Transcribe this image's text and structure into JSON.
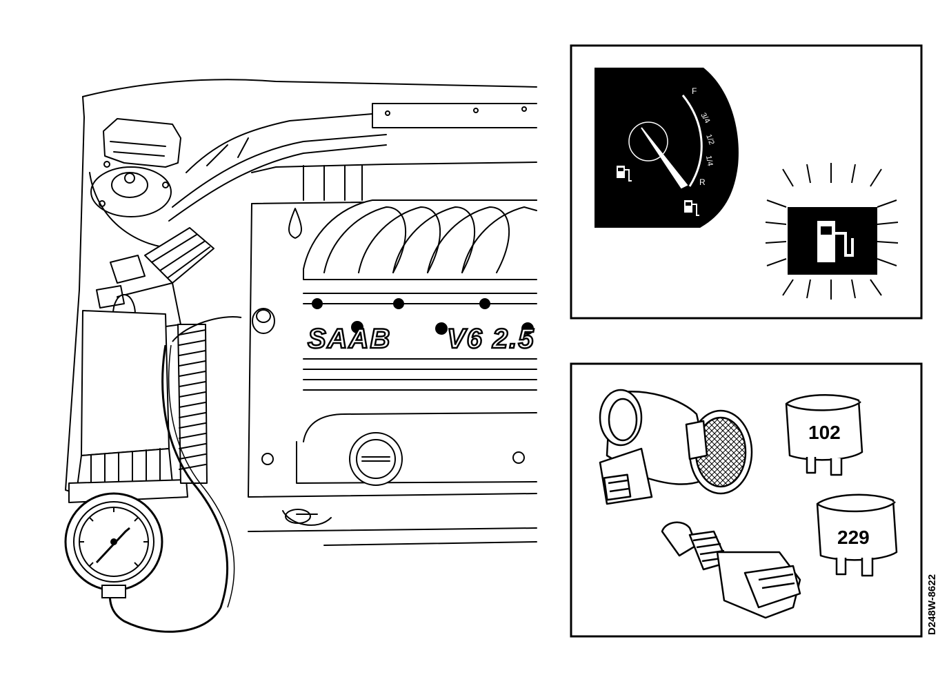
{
  "engine": {
    "brand_text": "SAAB",
    "model_text": "V6 2.5"
  },
  "fuel_gauge": {
    "scale_labels": [
      "F",
      "3/4",
      "1/2",
      "1/4",
      "R"
    ],
    "icon": "fuel-pump-icon",
    "warning_icon": "fuel-pump-icon"
  },
  "components": {
    "relay_a_label": "102",
    "relay_b_label": "229"
  },
  "figure_code": "D248W-8622"
}
